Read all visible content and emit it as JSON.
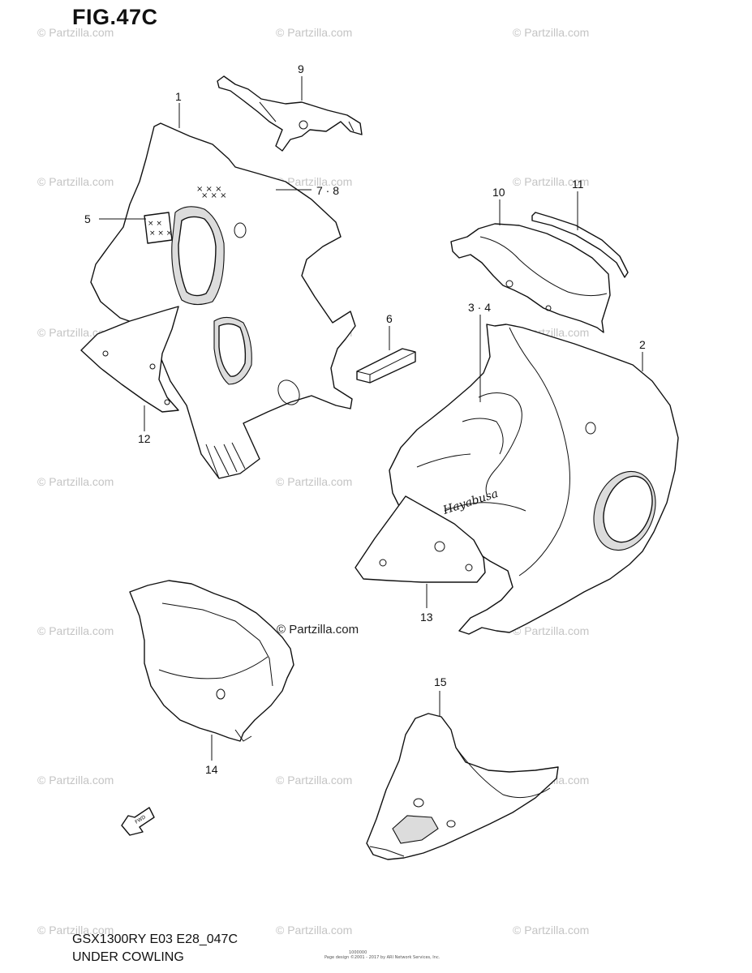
{
  "figure": {
    "title": "FIG.47C"
  },
  "footer": {
    "model_code": "GSX1300RY E03 E28_047C",
    "section_name": "UNDER COWLING",
    "ref_small": "1000000",
    "copyright_small": "Page design ©2001 - 2017 by ARI Network Services, Inc."
  },
  "watermark": {
    "text": "© Partzilla.com"
  },
  "callouts": {
    "c1": "1",
    "c2": "2",
    "c34": "3 · 4",
    "c5": "5",
    "c6": "6",
    "c78": "7 · 8",
    "c9": "9",
    "c10": "10",
    "c11": "11",
    "c12": "12",
    "c13": "13",
    "c14": "14",
    "c15": "15"
  },
  "fwd_icon": {
    "label": "FWD"
  }
}
